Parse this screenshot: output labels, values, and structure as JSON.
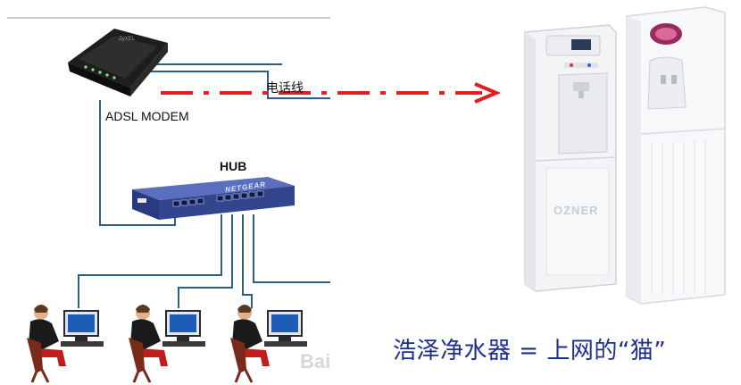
{
  "labels": {
    "modem": "ADSL MODEM",
    "hub": "HUB",
    "phone_line": "电话线",
    "hub_brand": "NETGEAR",
    "purifier_brand": "OZNER",
    "watermark": "Bai"
  },
  "caption": "浩泽净水器 = 上网的“猫”",
  "colors": {
    "cable": "#2a5f8a",
    "arrow": "#e02020",
    "caption": "#1c2f8f",
    "hub_body": "#33458f",
    "modem_body": "#1c1c1c"
  },
  "icons": {
    "modem": "modem-icon",
    "hub": "network-hub-icon",
    "user": "person-at-computer-icon",
    "purifier": "water-purifier-icon",
    "arrow": "arrow-right-icon"
  }
}
